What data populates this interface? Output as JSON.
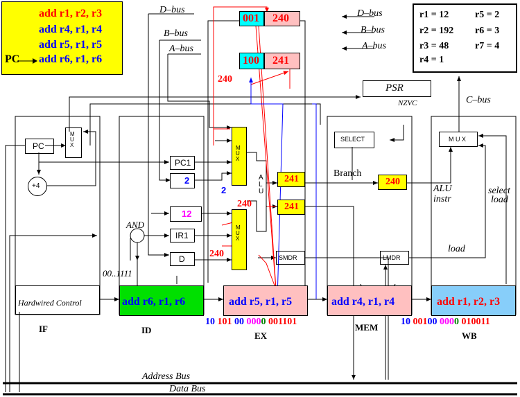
{
  "program": {
    "line1": "add r1, r2, r3",
    "line2": "add r4, r1, r4",
    "line3": "add r5, r1, r5",
    "pc_label": "PC",
    "line4": "add r6, r1, r6"
  },
  "registers": {
    "r1": "r1 = 12",
    "r2": "r2 = 192",
    "r3": "r3 = 48",
    "r4": "r4 = 1",
    "r5": "r5 = 2",
    "r6": "r6 = 3",
    "r7": "r7 = 4"
  },
  "buses": {
    "d_bus": "D–bus",
    "b_bus": "B–bus",
    "a_bus": "A–bus",
    "c_bus": "C–bus",
    "address_bus": "Address Bus",
    "data_bus": "Data Bus"
  },
  "memory": {
    "addr1": "001",
    "val1": "240",
    "addr2": "100",
    "val2": "241",
    "label_240": "240"
  },
  "psr": {
    "label": "PSR",
    "flags": "NZVC"
  },
  "if_stage": {
    "pc": "PC",
    "mux": "M U X",
    "plus4": "+4",
    "hardwired": "Hardwired Control",
    "stage_label": "IF"
  },
  "id_stage": {
    "pc1": "PC1",
    "two": "2",
    "twelve": "12",
    "ir1": "IR1",
    "d": "D",
    "and_label": "AND",
    "mask": "00..1111",
    "instruction": "add r6, r1, r6",
    "stage_label": "ID"
  },
  "ex_stage": {
    "mux_upper": "M U X",
    "alu": "A L U",
    "mux_lower": "M U X",
    "two": "2",
    "in_240": "240",
    "in_240b": "240",
    "out_241a": "241",
    "out_241b": "241",
    "smdr": "SMDR",
    "instruction": "add r5, r1, r5",
    "encoding": [
      {
        "text": "10 ",
        "color": "#0000ff"
      },
      {
        "text": "101 ",
        "color": "#ff0000"
      },
      {
        "text": "00 ",
        "color": "#0000ff"
      },
      {
        "text": "000",
        "color": "#ff00ff"
      },
      {
        "text": "0 ",
        "color": "#008000"
      },
      {
        "text": "001101",
        "color": "#ff0000"
      }
    ],
    "stage_label": "EX"
  },
  "mem_stage": {
    "select": "SELECT",
    "branch": "Branch",
    "reg_240": "240",
    "lmdr": "LMDR",
    "instruction": "add r4, r1, r4",
    "stage_label": "MEM",
    "encoding": [
      {
        "text": "10 ",
        "color": "#0000ff"
      },
      {
        "text": "001",
        "color": "#ff0000"
      },
      {
        "text": "00 ",
        "color": "#0000ff"
      },
      {
        "text": "000",
        "color": "#ff00ff"
      },
      {
        "text": "0 ",
        "color": "#008000"
      },
      {
        "text": "010011",
        "color": "#ff0000"
      }
    ]
  },
  "wb_stage": {
    "mux": "M U X",
    "alu_instr_1": "ALU",
    "alu_instr_2": "instr",
    "select_load_1": "select",
    "select_load_2": "load",
    "load": "load",
    "instruction": "add r1, r2, r3",
    "stage_label": "WB"
  },
  "colors": {
    "yellow": "#ffff00",
    "cyan": "#00ffff",
    "pink": "#ffc0c0",
    "green": "#00e000",
    "lightblue": "#87cefa",
    "red": "#ff0000",
    "blue": "#0000ff"
  }
}
